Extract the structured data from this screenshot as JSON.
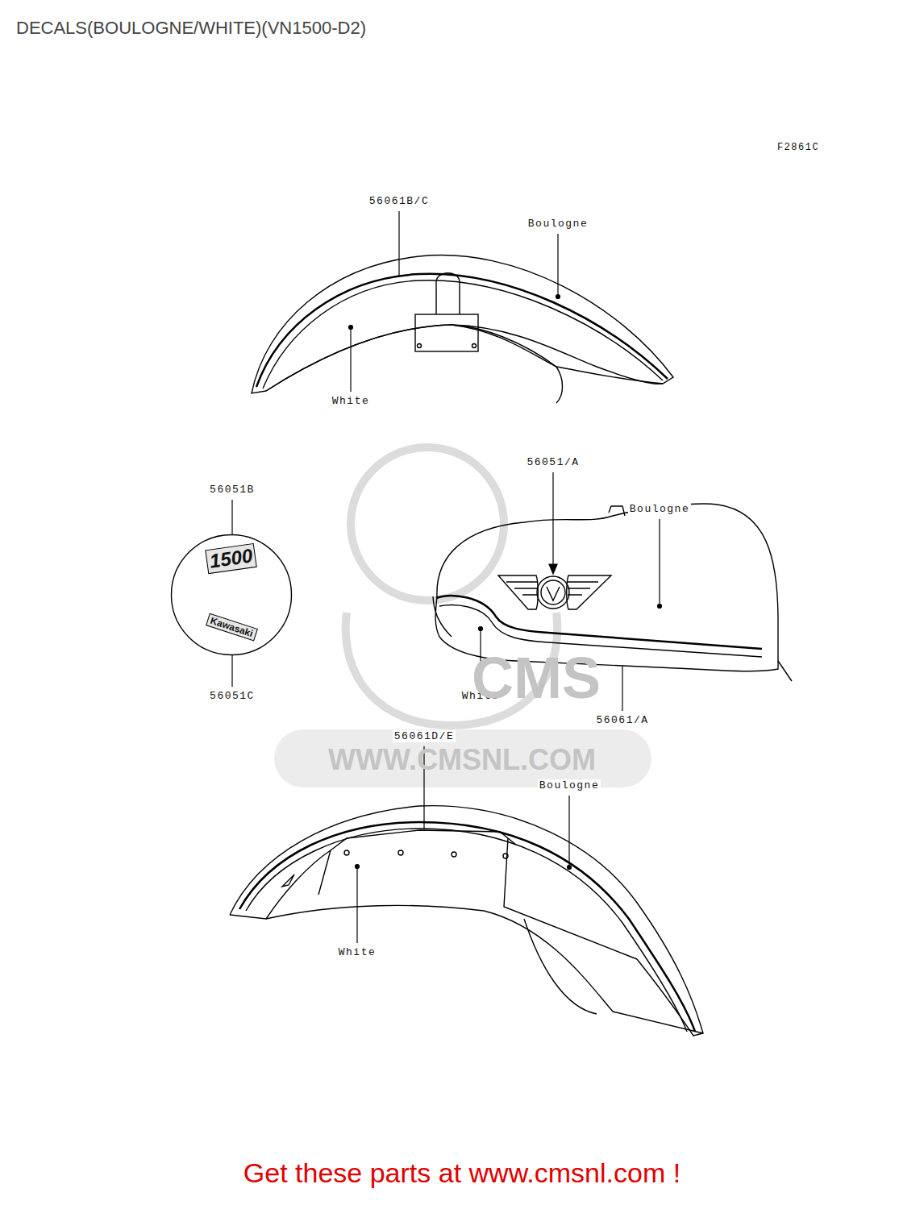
{
  "diagram": {
    "title": "DECALS(BOULOGNE/WHITE)(VN1500-D2)",
    "nodes": [
      {
        "text": [
          "1500",
          "Kawasaki"
        ]
      }
    ],
    "labels": [
      "F2861C",
      "56061B/C",
      "Boulogne",
      "White",
      "56051/A",
      "Boulogne",
      "56051B",
      "White",
      "56061/A",
      "56051C",
      "56061D/E",
      "Boulogne",
      "White",
      "CMS",
      "WWW.CMSNL.COM",
      "Get these parts at www.cmsnl.com !"
    ]
  }
}
